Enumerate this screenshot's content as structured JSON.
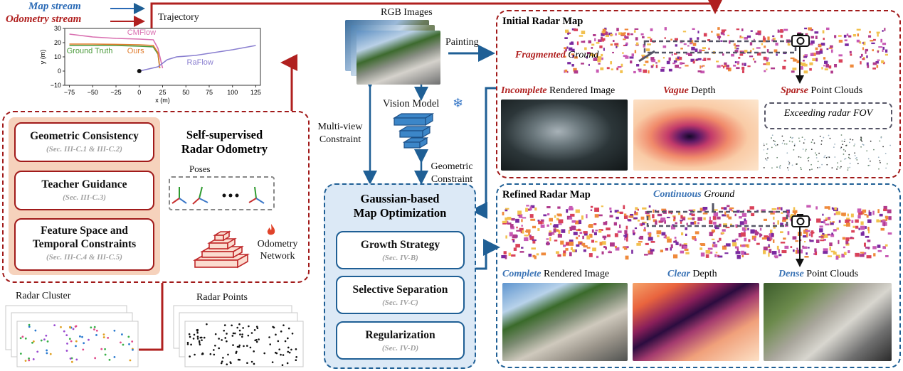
{
  "legend": {
    "map_stream": "Map stream",
    "odometry_stream": "Odometry stream"
  },
  "trajectory": {
    "title": "Trajectory",
    "ylabel": "y (m)",
    "xlabel": "x (m)",
    "x_ticks": [
      "−75",
      "−50",
      "−25",
      "0",
      "25",
      "50",
      "75",
      "100",
      "125"
    ],
    "y_ticks": [
      "30",
      "20",
      "10",
      "0",
      "−10"
    ],
    "curve_labels": {
      "cmflow": "CMFlow",
      "ground_truth": "Ground Truth",
      "ours": "Ours",
      "raflow": "RaFlow"
    }
  },
  "chart_data": {
    "type": "line",
    "xlim": [
      -80,
      130
    ],
    "ylim": [
      -10,
      30
    ],
    "series": [
      {
        "name": "CMFlow",
        "x": [
          -75,
          -50,
          -25,
          0,
          15,
          20,
          25
        ],
        "y": [
          26,
          24,
          23,
          22.5,
          22,
          16,
          2
        ]
      },
      {
        "name": "Ground Truth",
        "x": [
          -75,
          -50,
          -25,
          0,
          15,
          20,
          22
        ],
        "y": [
          18,
          18,
          18,
          17.5,
          17,
          12,
          2
        ]
      },
      {
        "name": "Ours",
        "x": [
          -75,
          -50,
          -25,
          0,
          15,
          20,
          22
        ],
        "y": [
          19,
          19,
          18.8,
          18.5,
          18,
          13,
          2
        ]
      },
      {
        "name": "RaFlow",
        "x": [
          0,
          20,
          30,
          40,
          60,
          80,
          100,
          125
        ],
        "y": [
          0,
          3,
          8,
          10,
          11,
          13,
          15,
          18
        ]
      }
    ]
  },
  "left": {
    "title_line1": "Self-supervised",
    "title_line2": "Radar Odometry",
    "poses_label": "Poses",
    "odometry_network_line1": "Odometry",
    "odometry_network_line2": "Network",
    "modules": [
      {
        "title_line1": "Geometric Consistency",
        "title_line2": "",
        "sub": "(Sec. III-C.1 & III-C.2)"
      },
      {
        "title_line1": "Teacher Guidance",
        "title_line2": "",
        "sub": "(Sec. III-C.3)"
      },
      {
        "title_line1": "Feature Space and",
        "title_line2": "Temporal Constraints",
        "sub": "(Sec. III-C.4 & III-C.5)"
      }
    ],
    "radar_cluster": "Radar Cluster",
    "radar_points": "Radar Points"
  },
  "middle": {
    "rgb_images": "RGB Images",
    "painting": "Painting",
    "vision_model": "Vision Model",
    "multiview_line1": "Multi-view",
    "multiview_line2": "Constraint",
    "geometric_line1": "Geometric",
    "geometric_line2": "Constraint",
    "title_line1": "Gaussian-based",
    "title_line2": "Map Optimization",
    "modules": [
      {
        "title": "Growth Strategy",
        "sub": "(Sec. IV-B)"
      },
      {
        "title": "Selective Separation",
        "sub": "(Sec. IV-C)"
      },
      {
        "title": "Regularization",
        "sub": "(Sec. IV-D)"
      }
    ]
  },
  "right_top": {
    "title": "Initial Radar Map",
    "ground_em": "Fragmented",
    "ground_rest": " Ground",
    "img1_em": "Incomplete",
    "img1_rest": " Rendered Image",
    "img2_em": "Vague",
    "img2_rest": " Depth",
    "img3_em": "Sparse",
    "img3_rest": " Point Clouds",
    "fov_note": "Exceeding radar FOV"
  },
  "right_bottom": {
    "title": "Refined Radar Map",
    "ground_em": "Continuous",
    "ground_rest": " Ground",
    "img1_em": "Complete",
    "img1_rest": " Rendered Image",
    "img2_em": "Clear",
    "img2_rest": " Depth",
    "img3_em": "Dense",
    "img3_rest": " Point Clouds"
  },
  "colors": {
    "red": "#a11a1a",
    "blue": "#1f5f95",
    "orange_bg": "#f8d7c3",
    "blue_bg": "#dbe8f6"
  }
}
